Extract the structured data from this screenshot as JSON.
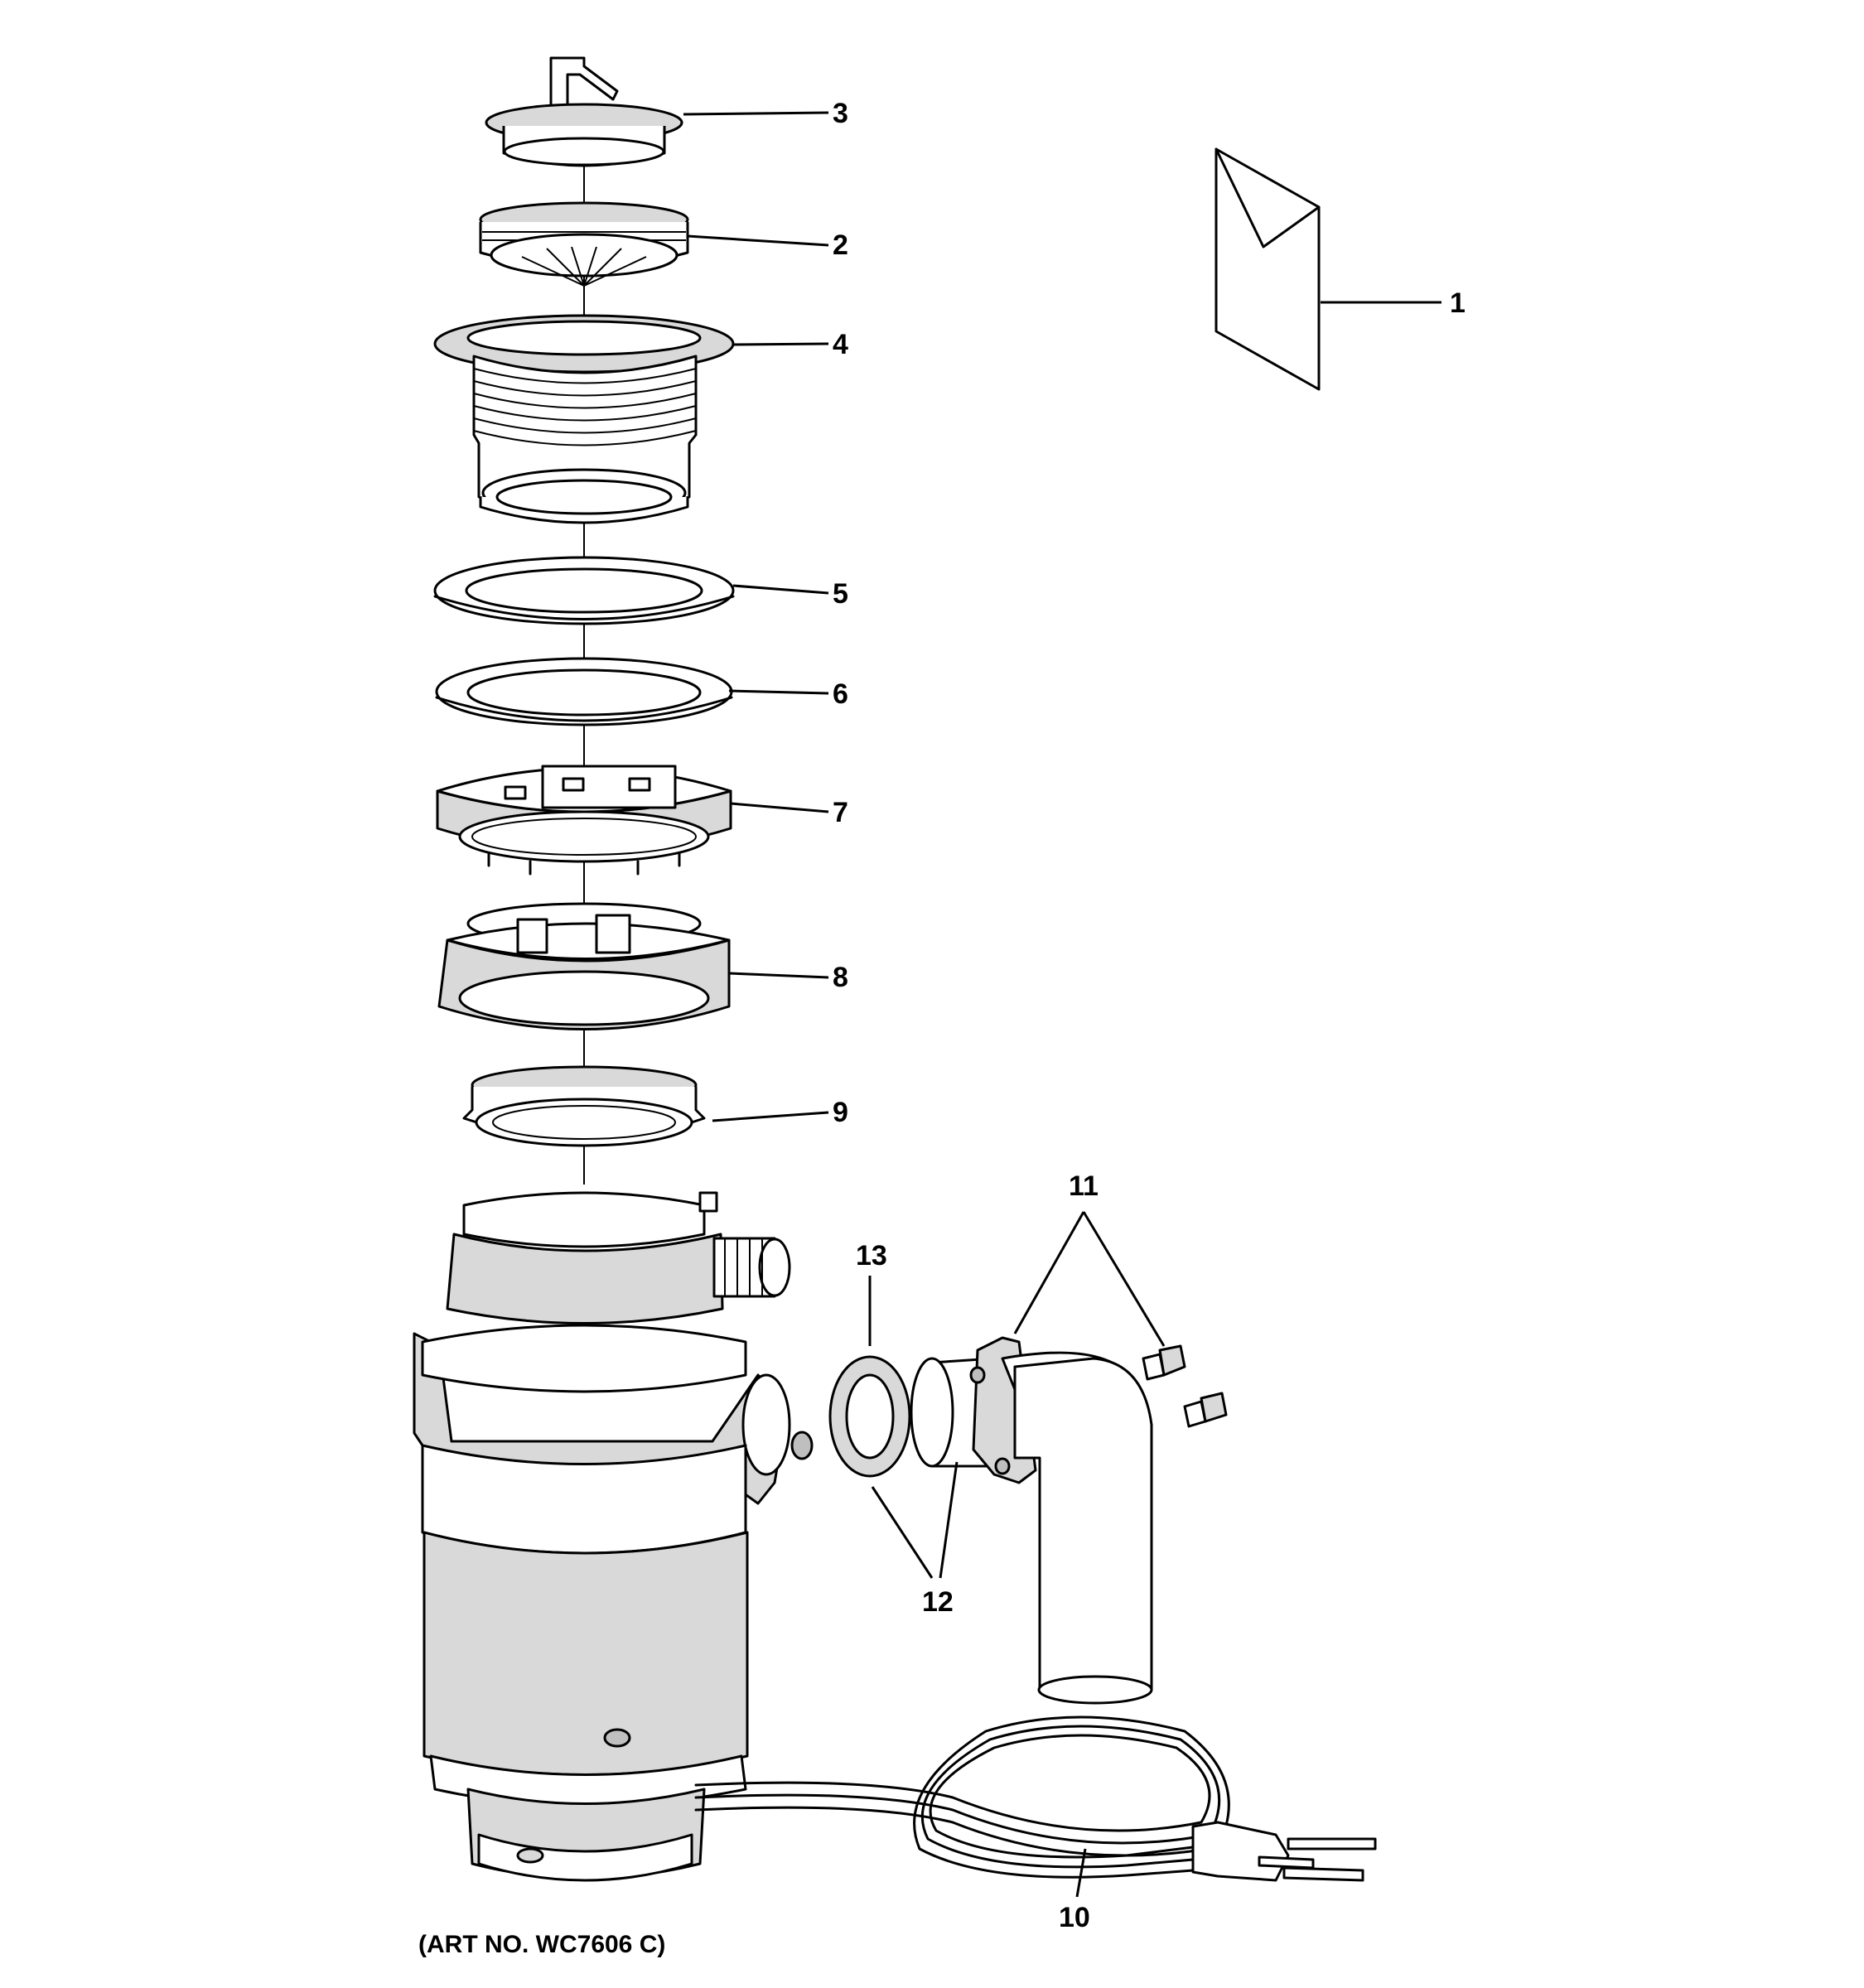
{
  "diagram": {
    "callouts": {
      "c1": "1",
      "c2": "2",
      "c3": "3",
      "c4": "4",
      "c5": "5",
      "c6": "6",
      "c7": "7",
      "c8": "8",
      "c9": "9",
      "c10": "10",
      "c11": "11",
      "c12": "12",
      "c13": "13"
    },
    "art_number": "(ART NO. WC7606 C)"
  }
}
